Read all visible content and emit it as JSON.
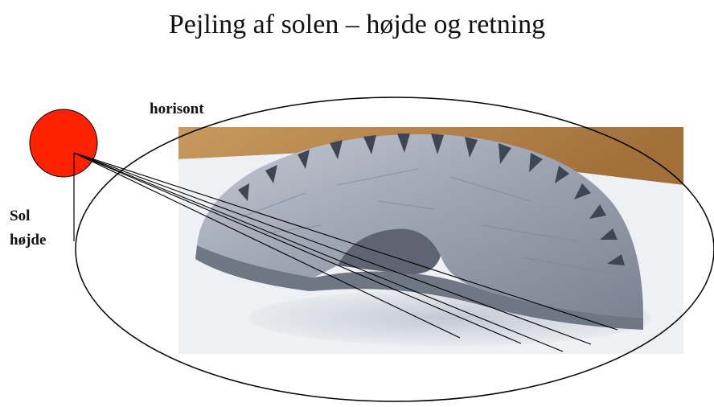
{
  "title": "Pejling af solen – højde og retning",
  "labels": {
    "horizon": "horisont",
    "sun_line1": "Sol",
    "sun_line2": "højde"
  },
  "colors": {
    "sun": "#ff2200",
    "outline": "#000000",
    "table_wood": "#b9884a",
    "paper": "#f2f3f7",
    "artifact": "#9aa0ad"
  },
  "icons": {
    "sun": "sun-icon",
    "artifact": "sun-compass-fragment-photo"
  }
}
